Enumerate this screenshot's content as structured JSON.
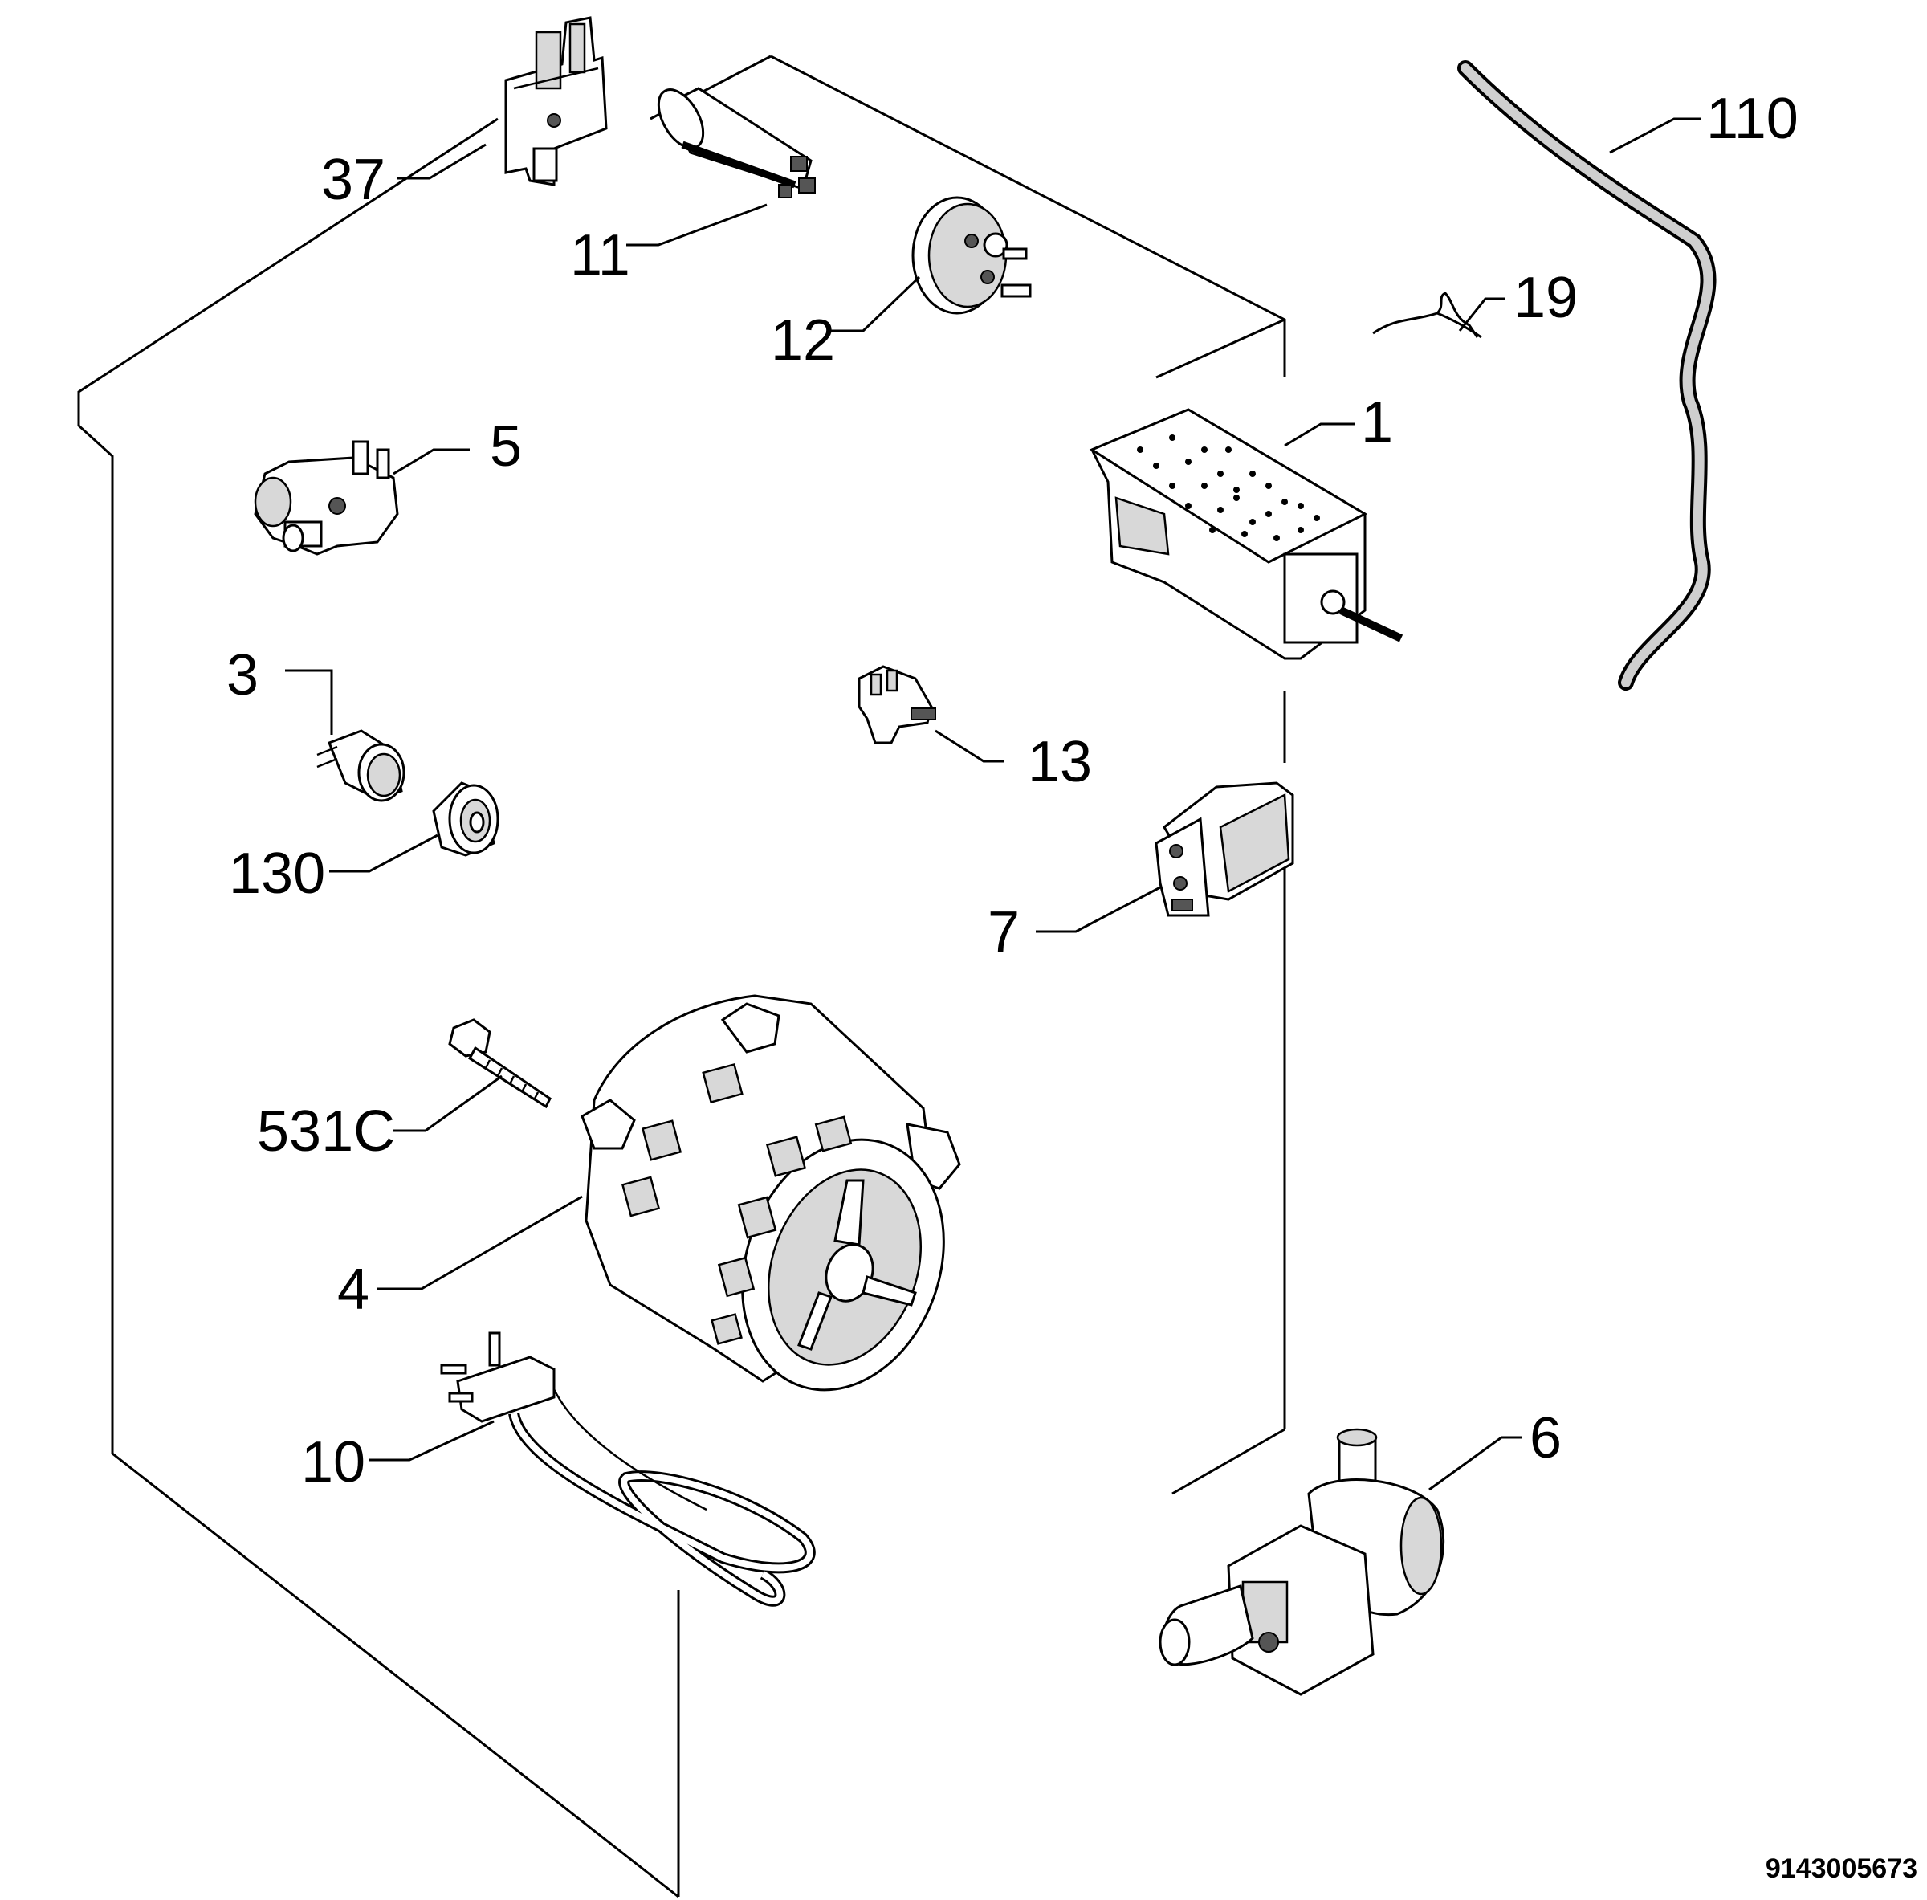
{
  "diagram": {
    "part_labels": {
      "p1": "1",
      "p3": "3",
      "p4": "4",
      "p5": "5",
      "p6": "6",
      "p7": "7",
      "p10": "10",
      "p11": "11",
      "p12": "12",
      "p13": "13",
      "p19": "19",
      "p37": "37",
      "p110": "110",
      "p130": "130",
      "p531c": "531C"
    },
    "document_number": "9143005673"
  }
}
